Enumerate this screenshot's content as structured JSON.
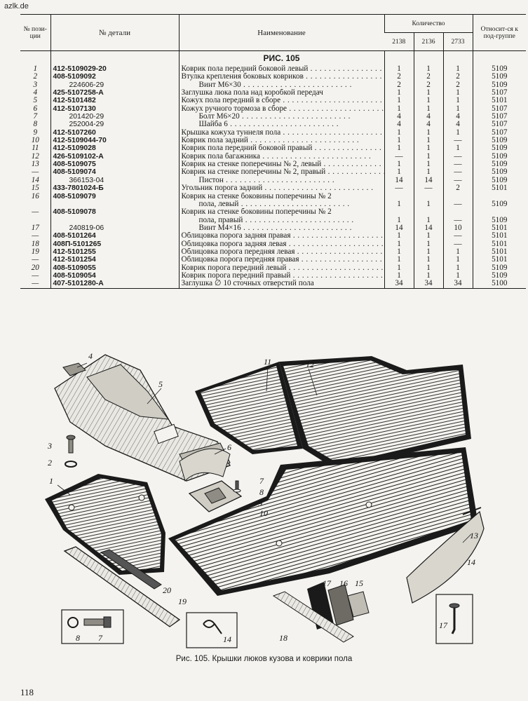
{
  "watermark": "azlk.de",
  "page_number": "118",
  "table": {
    "headers": {
      "position": "№ пози-ции",
      "part_number": "№ детали",
      "name": "Наименование",
      "quantity": "Количество",
      "group": "Относит-ся к под-группе",
      "models": [
        "2138",
        "2136",
        "2733"
      ]
    },
    "figure_title": "РИС. 105",
    "rows": [
      {
        "pos": "1",
        "num": "412-5109029-20",
        "name": "Коврик пола передний боковой левый",
        "q": [
          "1",
          "1",
          "1"
        ],
        "g": "5109",
        "sub": false,
        "dots": true
      },
      {
        "pos": "2",
        "num": "408-5109092",
        "name": "Втулка крепления боковых ковриков",
        "q": [
          "2",
          "2",
          "2"
        ],
        "g": "5109",
        "sub": false,
        "dots": true
      },
      {
        "pos": "3",
        "num": "224606-29",
        "name": "Винт М6×30",
        "q": [
          "2",
          "2",
          "2"
        ],
        "g": "5109",
        "sub": true,
        "dots": true
      },
      {
        "pos": "4",
        "num": "425-5107258-А",
        "name": "Заглушка люка пола над коробкой передач",
        "q": [
          "1",
          "1",
          "1"
        ],
        "g": "5107",
        "sub": false,
        "dots": false
      },
      {
        "pos": "5",
        "num": "412-5101482",
        "name": "Кожух пола передний в сборе",
        "q": [
          "1",
          "1",
          "1"
        ],
        "g": "5101",
        "sub": false,
        "dots": true
      },
      {
        "pos": "6",
        "num": "412-5107130",
        "name": "Кожух ручного тормоза в сборе",
        "q": [
          "1",
          "1",
          "1"
        ],
        "g": "5107",
        "sub": false,
        "dots": true
      },
      {
        "pos": "7",
        "num": "201420-29",
        "name": "Болт М6×20",
        "q": [
          "4",
          "4",
          "4"
        ],
        "g": "5107",
        "sub": true,
        "dots": true
      },
      {
        "pos": "8",
        "num": "252004-29",
        "name": "Шайба 6",
        "q": [
          "4",
          "4",
          "4"
        ],
        "g": "5107",
        "sub": true,
        "dots": true
      },
      {
        "pos": "9",
        "num": "412-5107260",
        "name": "Крышка кожуха туннеля пола",
        "q": [
          "1",
          "1",
          "1"
        ],
        "g": "5107",
        "sub": false,
        "dots": true
      },
      {
        "pos": "10",
        "num": "412-5109044-70",
        "name": "Коврик пола задний",
        "q": [
          "1",
          "1",
          "—"
        ],
        "g": "5109",
        "sub": false,
        "dots": true
      },
      {
        "pos": "11",
        "num": "412-5109028",
        "name": "Коврик пола передний боковой правый",
        "q": [
          "1",
          "1",
          "1"
        ],
        "g": "5109",
        "sub": false,
        "dots": true
      },
      {
        "pos": "12",
        "num": "426-5109102-А",
        "name": "Коврик пола багажника",
        "q": [
          "—",
          "1",
          "—"
        ],
        "g": "5109",
        "sub": false,
        "dots": true
      },
      {
        "pos": "13",
        "num": "408-5109075",
        "name": "Коврик на стенке поперечины № 2, левый",
        "q": [
          "1",
          "1",
          "—"
        ],
        "g": "5109",
        "sub": false,
        "dots": true
      },
      {
        "pos": "—",
        "num": "408-5109074",
        "name": "Коврик на стенке поперечины № 2, правый",
        "q": [
          "1",
          "1",
          "—"
        ],
        "g": "5109",
        "sub": false,
        "dots": true
      },
      {
        "pos": "14",
        "num": "366153-04",
        "name": "Пистон",
        "q": [
          "14",
          "14",
          "—"
        ],
        "g": "5109",
        "sub": true,
        "dots": true
      },
      {
        "pos": "15",
        "num": "433-7801024-Б",
        "name": "Угольник порога задний",
        "q": [
          "—",
          "—",
          "2"
        ],
        "g": "5101",
        "sub": false,
        "dots": true
      },
      {
        "pos": "16",
        "num": "408-5109079",
        "name": "Коврик на стенке боковины поперечины № 2",
        "q": [
          "",
          "",
          ""
        ],
        "g": "",
        "sub": false,
        "dots": false
      },
      {
        "pos": "",
        "num": "",
        "name": "пола, левый",
        "q": [
          "1",
          "1",
          "—"
        ],
        "g": "5109",
        "sub": false,
        "dots": true,
        "cont": true
      },
      {
        "pos": "—",
        "num": "408-5109078",
        "name": "Коврик на стенке боковины поперечины № 2",
        "q": [
          "",
          "",
          ""
        ],
        "g": "",
        "sub": false,
        "dots": false
      },
      {
        "pos": "",
        "num": "",
        "name": "пола, правый",
        "q": [
          "1",
          "1",
          "—"
        ],
        "g": "5109",
        "sub": false,
        "dots": true,
        "cont": true
      },
      {
        "pos": "17",
        "num": "240819-06",
        "name": "Винт М4×16",
        "q": [
          "14",
          "14",
          "10"
        ],
        "g": "5101",
        "sub": true,
        "dots": true
      },
      {
        "pos": "—",
        "num": "408-5101264",
        "name": "Облицовка порога задняя правая",
        "q": [
          "1",
          "1",
          "—"
        ],
        "g": "5101",
        "sub": false,
        "dots": true
      },
      {
        "pos": "18",
        "num": "408П-5101265",
        "name": "Облицовка порога задняя левая",
        "q": [
          "1",
          "1",
          "—"
        ],
        "g": "5101",
        "sub": false,
        "dots": true
      },
      {
        "pos": "19",
        "num": "412-5101255",
        "name": "Облицовка порога передняя левая",
        "q": [
          "1",
          "1",
          "1"
        ],
        "g": "5101",
        "sub": false,
        "dots": true
      },
      {
        "pos": "—",
        "num": "412-5101254",
        "name": "Облицовка порога передняя правая",
        "q": [
          "1",
          "1",
          "1"
        ],
        "g": "5101",
        "sub": false,
        "dots": true
      },
      {
        "pos": "20",
        "num": "408-5109055",
        "name": "Коврик порога передний левый",
        "q": [
          "1",
          "1",
          "1"
        ],
        "g": "5109",
        "sub": false,
        "dots": true
      },
      {
        "pos": "—",
        "num": "408-5109054",
        "name": "Коврик порога передний правый",
        "q": [
          "1",
          "1",
          "1"
        ],
        "g": "5109",
        "sub": false,
        "dots": true
      },
      {
        "pos": "—",
        "num": "407-5101280-А",
        "name": "Заглушка ∅ 10 сточных отверстий пола",
        "q": [
          "34",
          "34",
          "34"
        ],
        "g": "5100",
        "sub": false,
        "dots": false
      }
    ]
  },
  "illustration": {
    "callouts": [
      "1",
      "2",
      "3",
      "4",
      "5",
      "6",
      "7",
      "8",
      "9",
      "10",
      "11",
      "12",
      "13",
      "14",
      "15",
      "16",
      "17",
      "18",
      "19",
      "20"
    ],
    "detail_labels": [
      "8",
      "7",
      "14",
      "17"
    ]
  },
  "caption": "Рис. 105. Крышки люков кузова и коврики пола"
}
